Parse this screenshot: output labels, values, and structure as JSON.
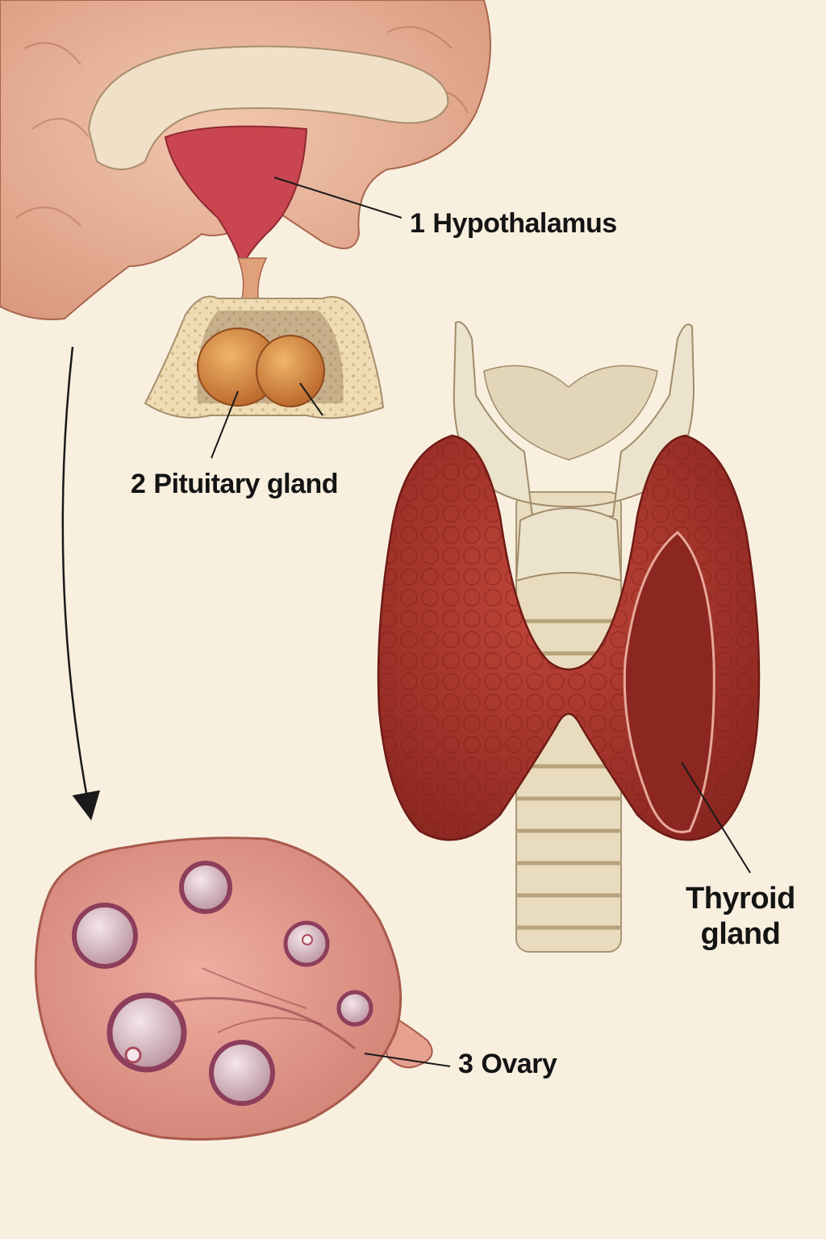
{
  "labels": {
    "hypothalamus": {
      "number": "1",
      "text": "Hypothalamus"
    },
    "pituitary": {
      "number": "2",
      "text": "Pituitary gland"
    },
    "thyroid": {
      "line1": "Thyroid",
      "line2": "gland"
    },
    "ovary": {
      "number": "3",
      "text": "Ovary"
    }
  },
  "colors": {
    "background": "#f8efdf",
    "brain": "#e9b49a",
    "hypothalamus": "#c9454f",
    "pituitary": "#d98a3a",
    "thyroid": "#a8352c",
    "cartilage": "#ece3cc",
    "ovary": "#e39a8e",
    "leader_line": "#1a1a1a"
  }
}
